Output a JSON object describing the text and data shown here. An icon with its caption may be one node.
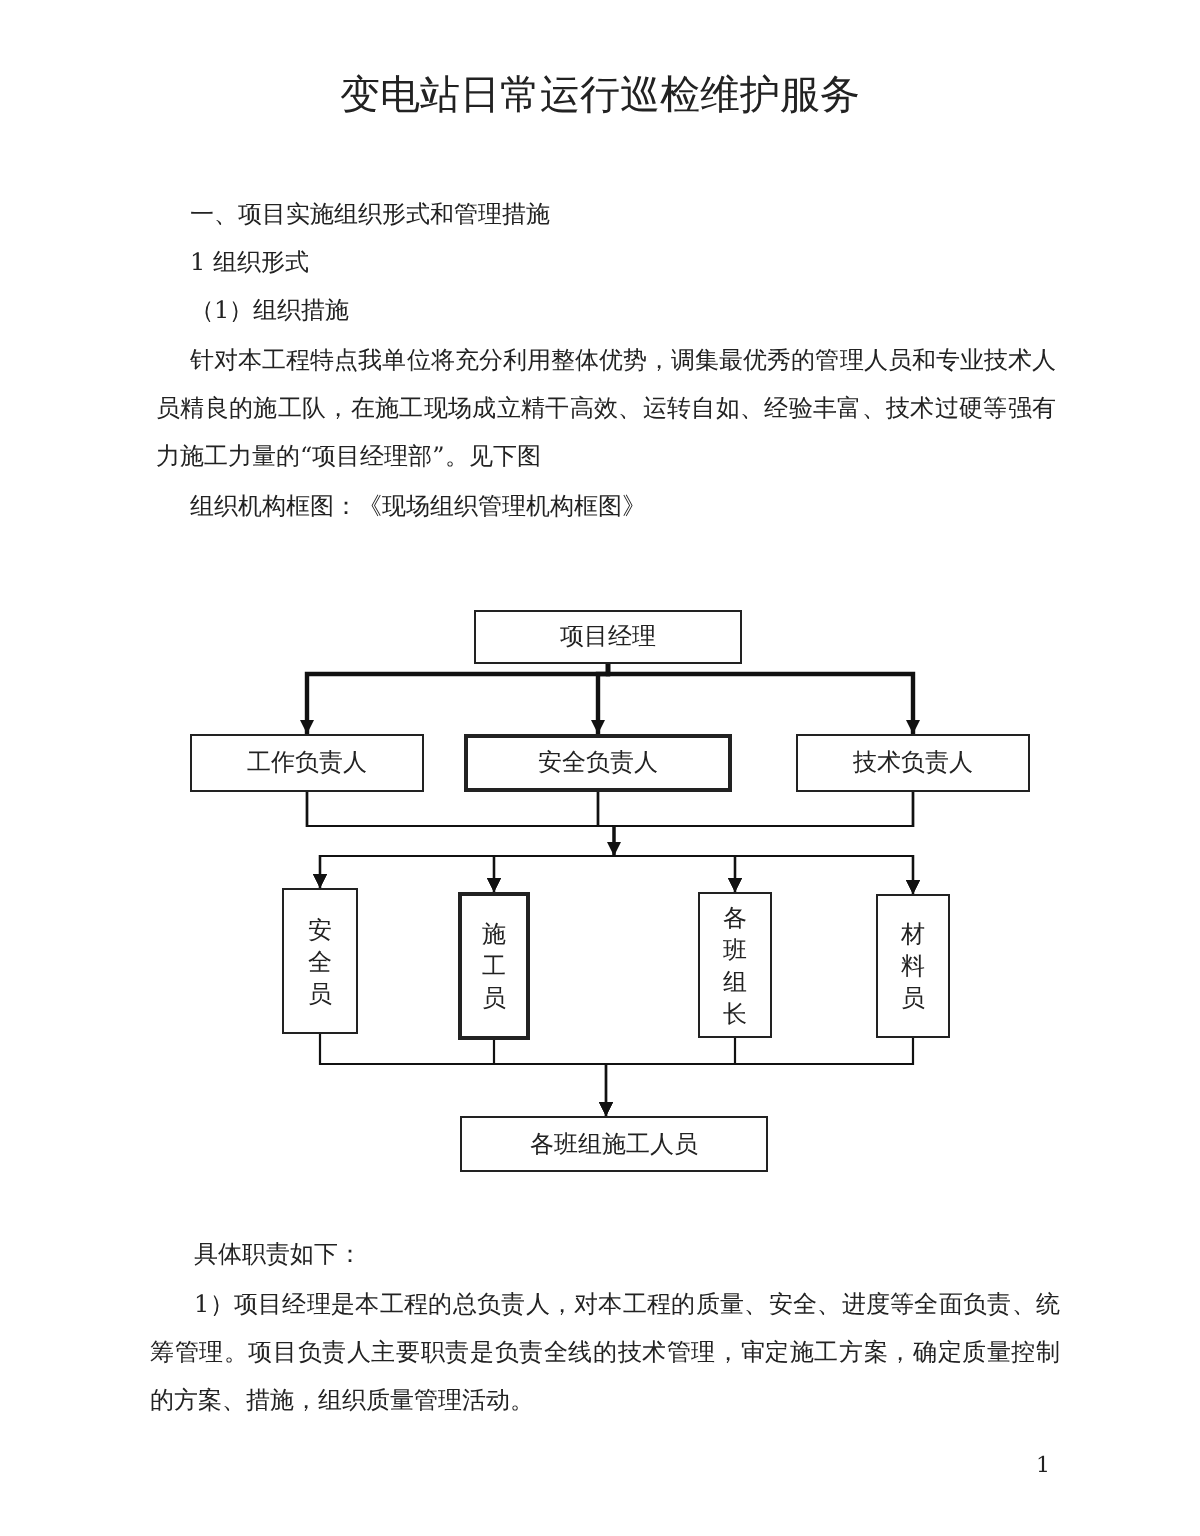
{
  "diagram": {
    "title": "变电站日常运行巡检维护服务",
    "nodes": [
      {
        "text": [
          "项目经理"
        ]
      },
      {
        "text": [
          "工作负责人"
        ]
      },
      {
        "text": [
          "安全负责人"
        ]
      },
      {
        "text": [
          "技术负责人"
        ]
      },
      {
        "text": [
          "安全员"
        ]
      },
      {
        "text": [
          "施工员"
        ]
      },
      {
        "text": [
          "各班组长"
        ]
      },
      {
        "text": [
          "材料员"
        ]
      },
      {
        "text": [
          "各班组施工人员"
        ]
      }
    ],
    "edges": [
      {
        "from": 0,
        "to": 1,
        "arrow": "to"
      },
      {
        "from": 0,
        "to": 2,
        "arrow": "to"
      },
      {
        "from": 0,
        "to": 3,
        "arrow": "to"
      },
      {
        "from": 1,
        "to": 4,
        "arrow": "to"
      },
      {
        "from": 1,
        "to": 5,
        "arrow": "to"
      },
      {
        "from": 1,
        "to": 6,
        "arrow": "to"
      },
      {
        "from": 1,
        "to": 7,
        "arrow": "to"
      },
      {
        "from": 2,
        "to": 4,
        "arrow": "to"
      },
      {
        "from": 2,
        "to": 5,
        "arrow": "to"
      },
      {
        "from": 2,
        "to": 6,
        "arrow": "to"
      },
      {
        "from": 2,
        "to": 7,
        "arrow": "to"
      },
      {
        "from": 3,
        "to": 4,
        "arrow": "to"
      },
      {
        "from": 3,
        "to": 5,
        "arrow": "to"
      },
      {
        "from": 3,
        "to": 6,
        "arrow": "to"
      },
      {
        "from": 3,
        "to": 7,
        "arrow": "to"
      },
      {
        "from": 4,
        "to": 8,
        "arrow": "to"
      },
      {
        "from": 5,
        "to": 8,
        "arrow": "to"
      },
      {
        "from": 6,
        "to": 8,
        "arrow": "to"
      },
      {
        "from": 7,
        "to": 8,
        "arrow": "to"
      }
    ],
    "labels": [
      "一、项目实施组织形式和管理措施",
      "1 组织形式",
      "（1）组织措施",
      "针对本工程特点我单位将充分利用整体优势，调集最优秀的管理人员和专业技术人员精良的施工队，在施工现场成立精干高效、运转自如、经验丰富、技术过硬等强有力施工力量的“项目经理部”。见下图",
      "组织机构框图：《现场组织管理机构框图》",
      "具体职责如下：",
      "1）项目经理是本工程的总负责人，对本工程的质量、安全、进度等全面负责、统筹管理。项目负责人主要职责是负责全线的技术管理，审定施工方案，确定质量控制的方案、措施，组织质量管理活动。",
      "1"
    ]
  }
}
